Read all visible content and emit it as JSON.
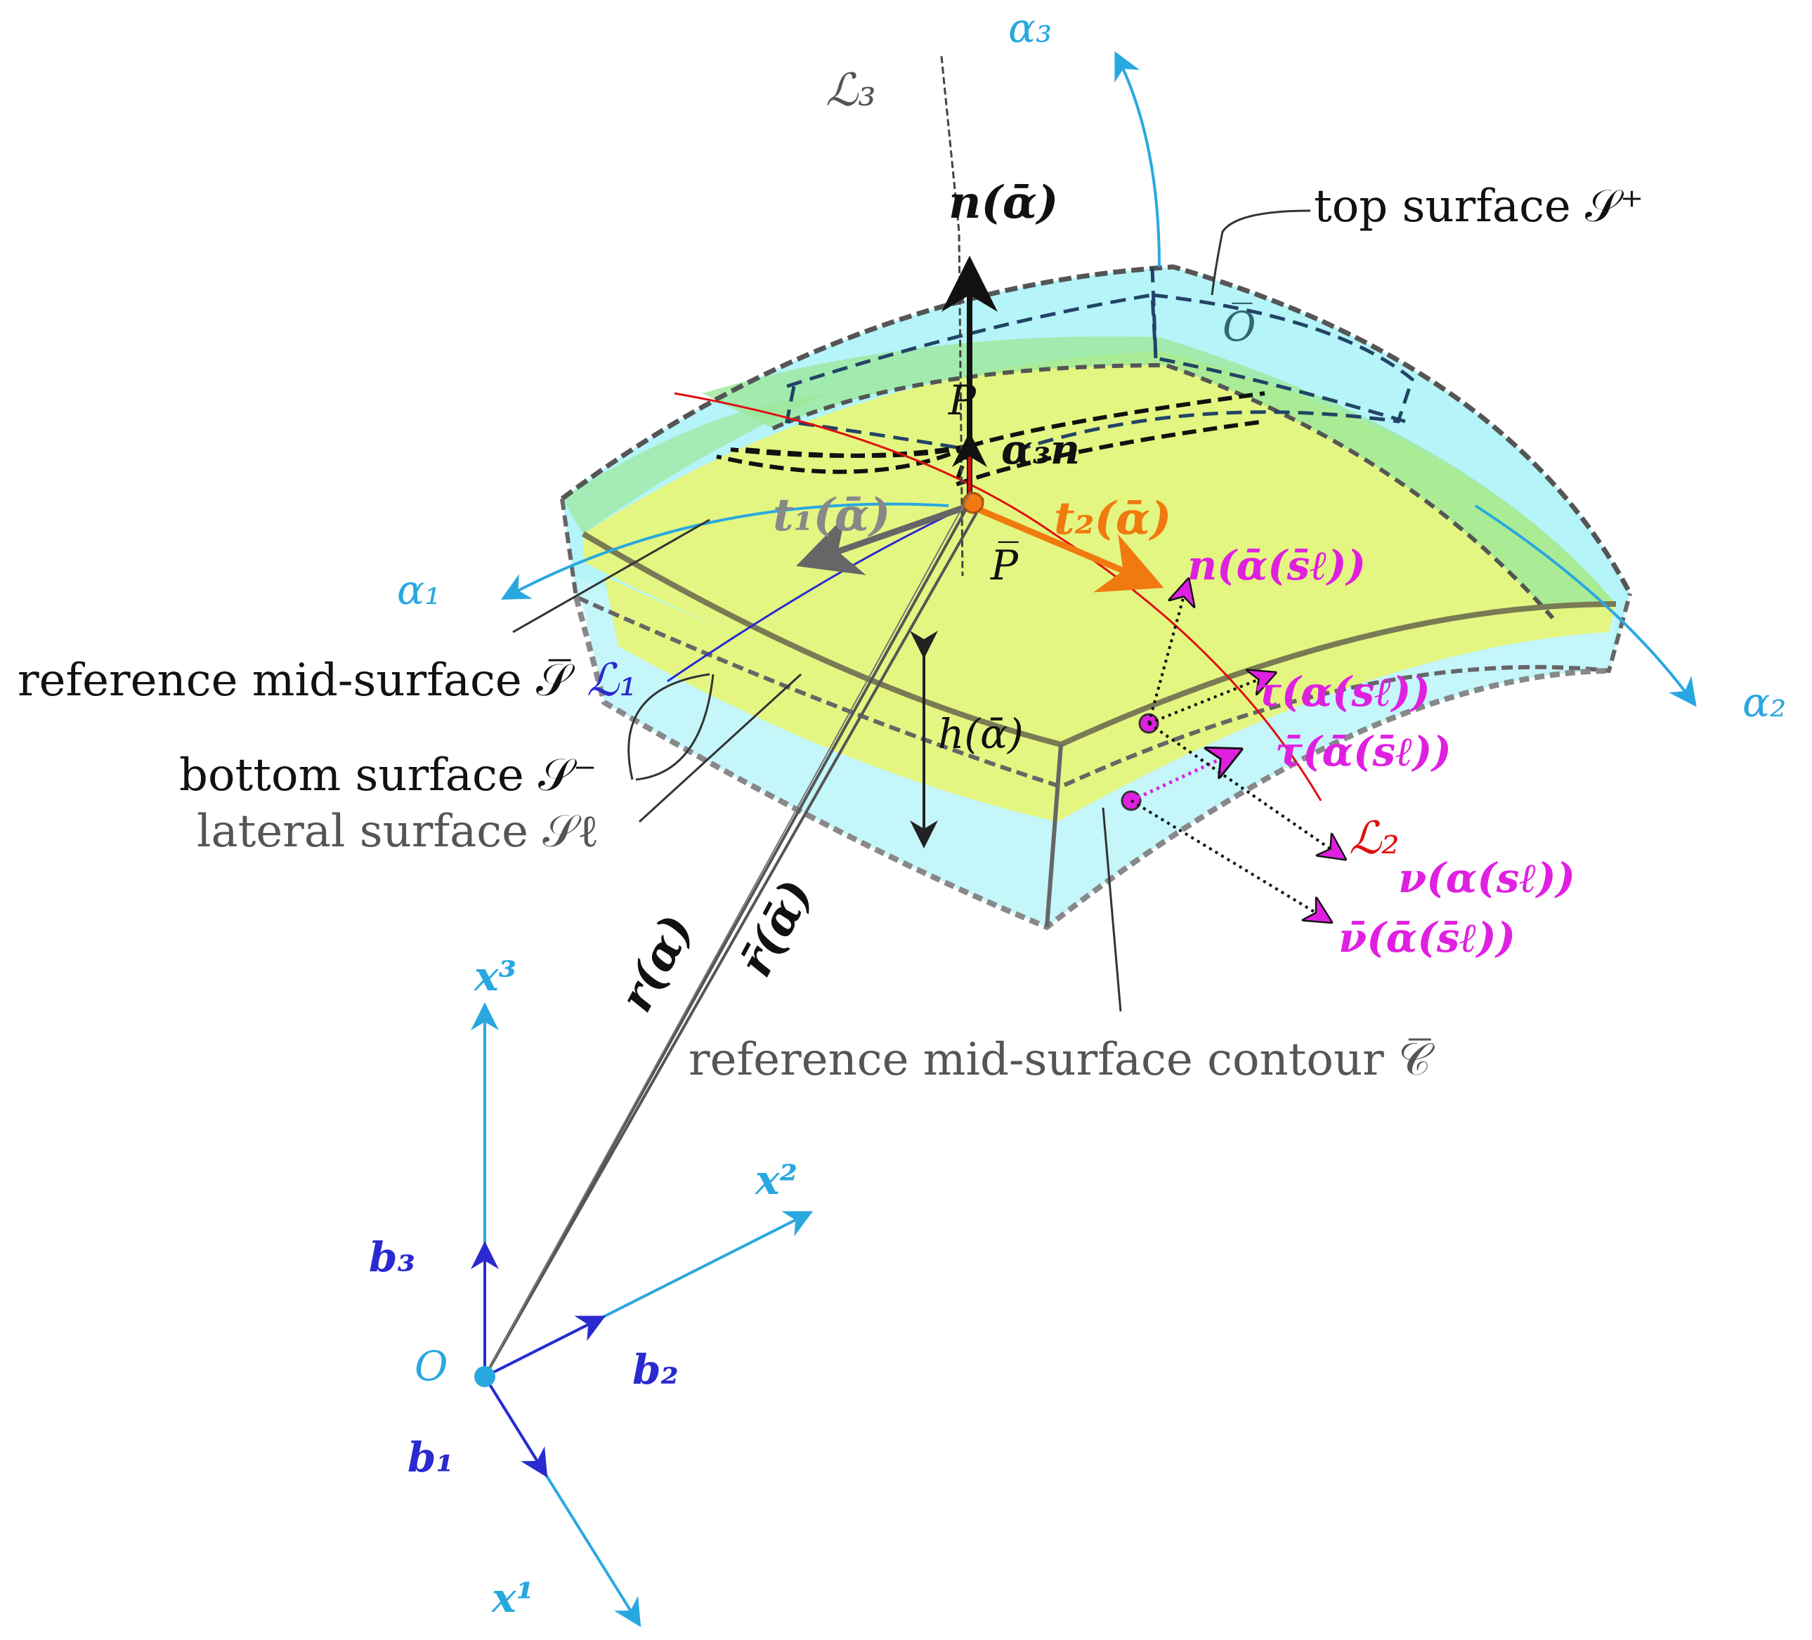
{
  "labels": {
    "L3": "ℒ₃",
    "alpha3": "α₃",
    "n_bar_alpha": "n(ᾱ)",
    "top_surface": "top surface 𝒮⁺",
    "O_bar": "O̅",
    "P": "P",
    "P_bar": "P̅",
    "alpha3_n": "α₃n",
    "t1": "t₁(ᾱ)",
    "t2": "t₂(ᾱ)",
    "n_contour": "n(ᾱ(s̄ℓ))",
    "alpha1": "α₁",
    "alpha2": "α₂",
    "ref_mid_surface": "reference mid-surface 𝒮̅",
    "L1": "ℒ₁",
    "bottom_surface": "bottom surface 𝒮⁻",
    "lateral_surface": "lateral surface 𝒮ℓ",
    "h": "h(ᾱ)",
    "tau": "τ(α(sℓ))",
    "tau_bar": "τ̄(ᾱ(s̄ℓ))",
    "L2": "ℒ₂",
    "nu": "ν(α(sℓ))",
    "nu_bar": "ν̄(ᾱ(s̄ℓ))",
    "r": "r(α)",
    "r_bar": "r̄(ᾱ)",
    "contour": "reference mid-surface contour 𝒞̅",
    "x3": "x³",
    "x2": "x²",
    "x1": "x¹",
    "b1": "b₁",
    "b2": "b₂",
    "b3": "b₃",
    "O": "O"
  },
  "colors": {
    "cyan_fill": "#a8f2f8",
    "yellow_fill": "#e6f57a",
    "green_fill": "#9be89a",
    "axis_blue": "#29a8e0",
    "basis_blue": "#2a2ad0",
    "magenta": "#e020e0",
    "red": "#e01010",
    "orange": "#f07a10",
    "gray_text": "#555555"
  }
}
